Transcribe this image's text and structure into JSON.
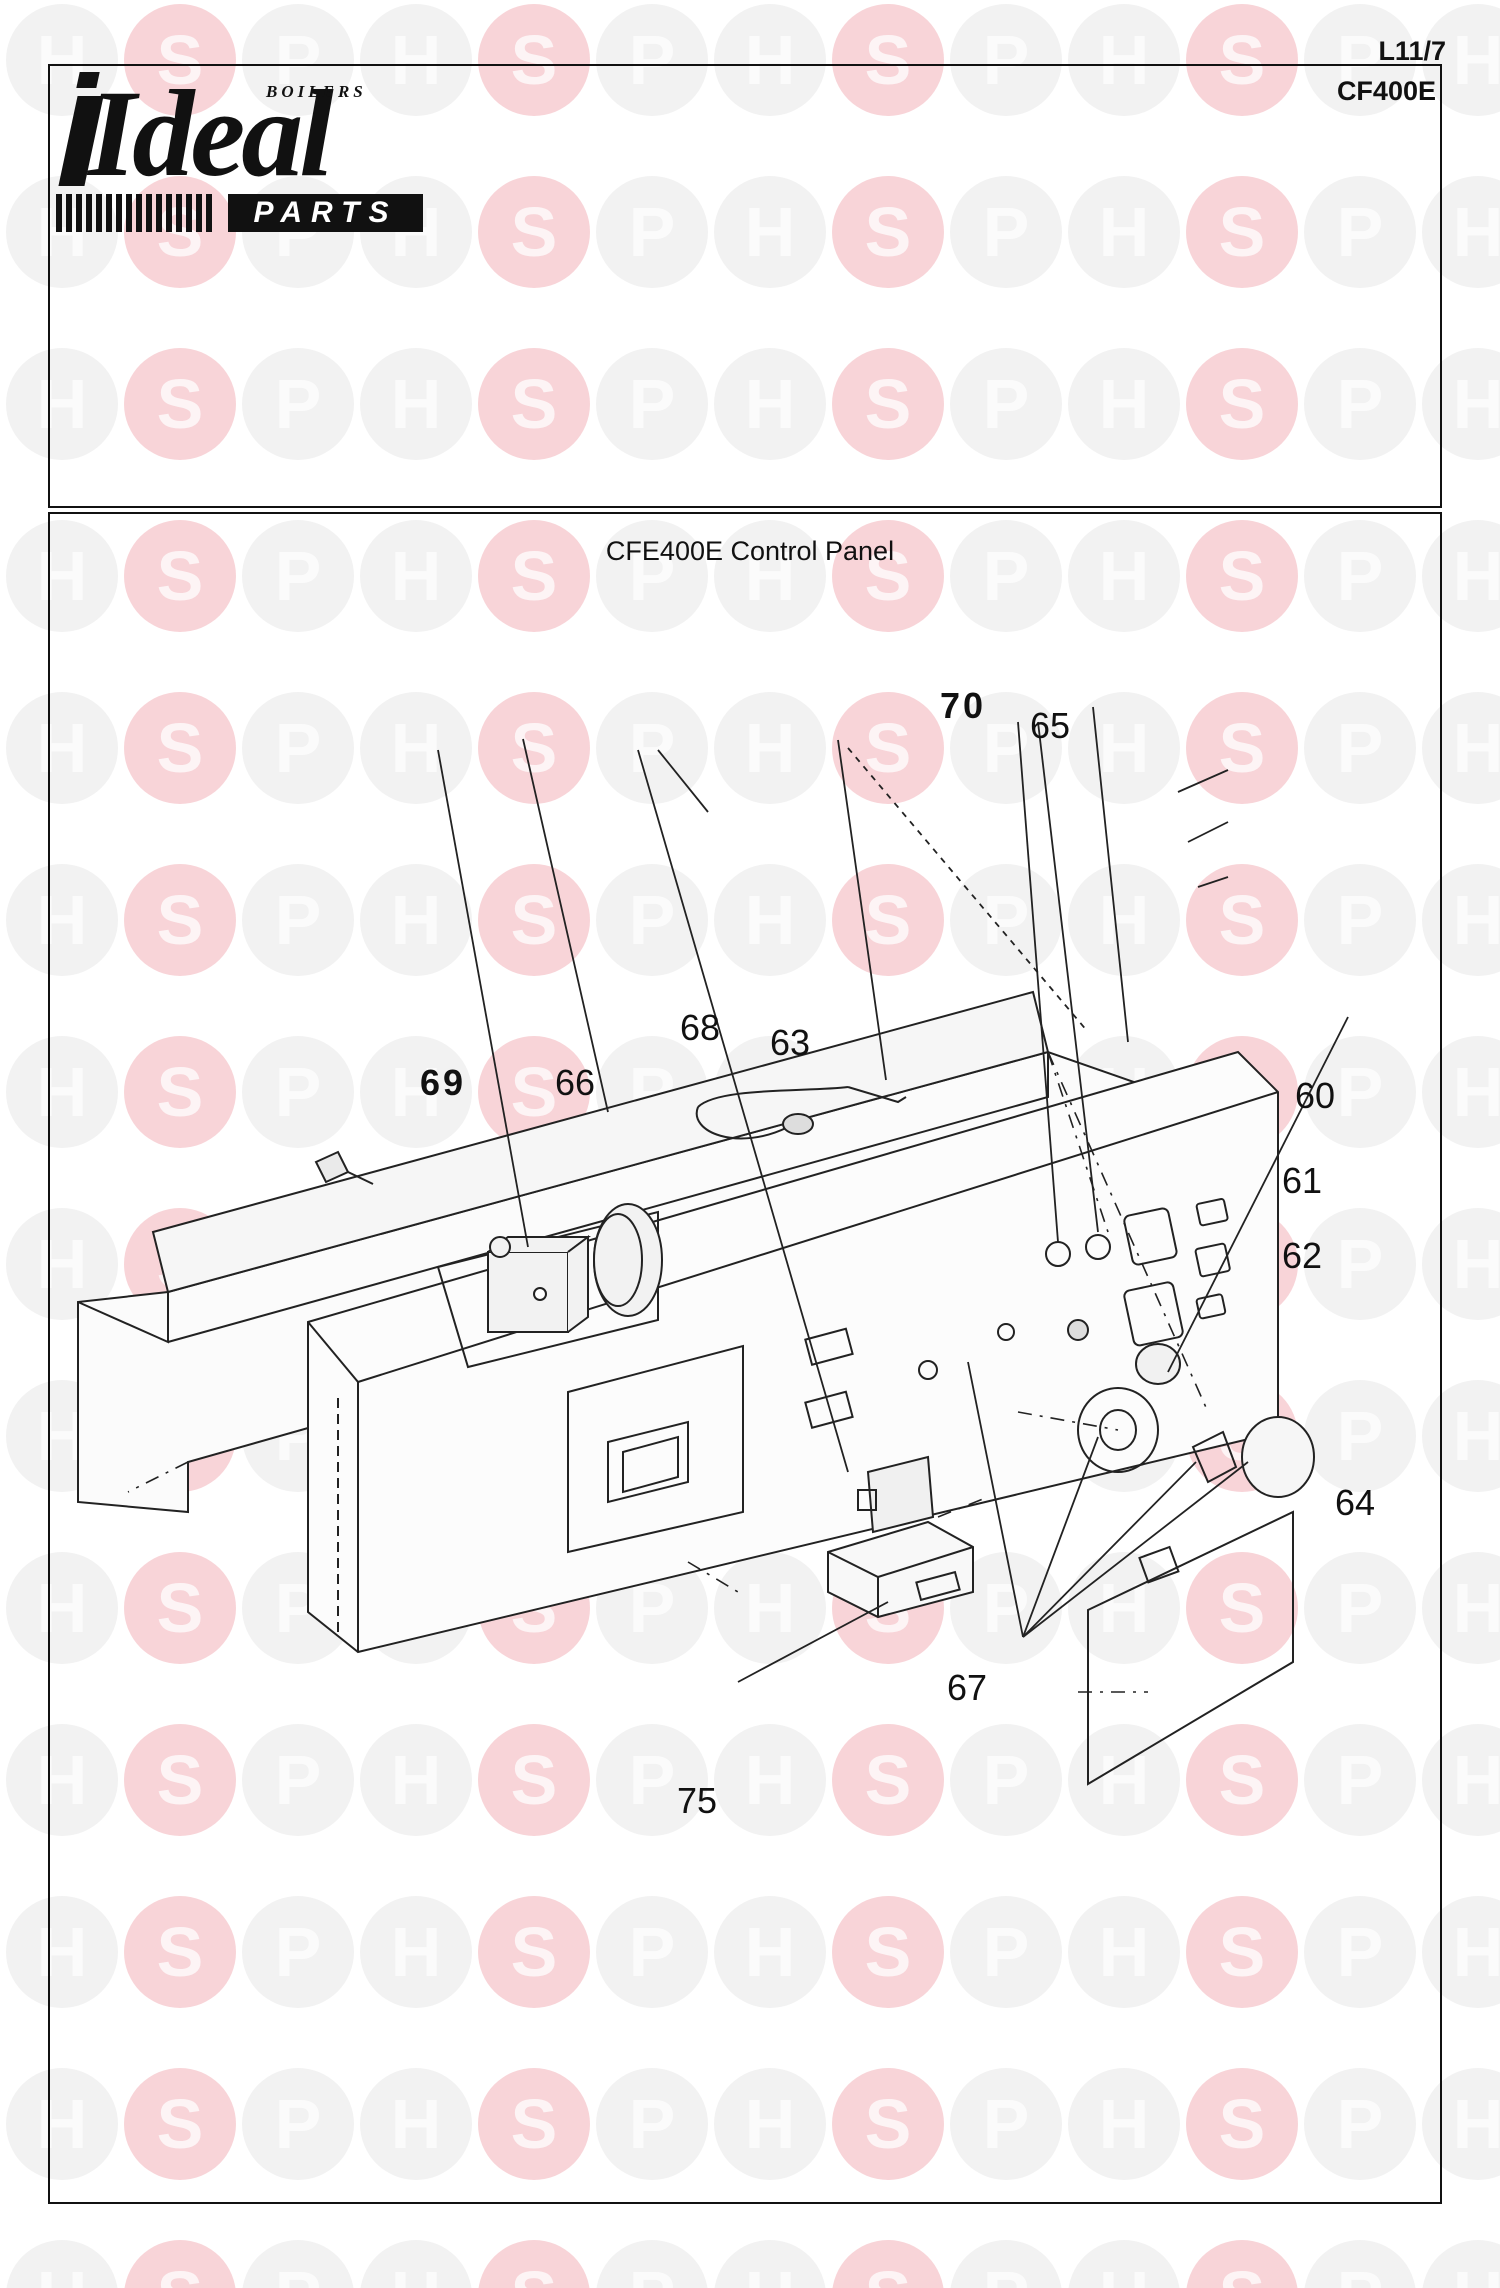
{
  "watermark": {
    "letters": [
      "H",
      "S",
      "P"
    ],
    "accent_color": "#f0a0a8",
    "neutral_color": "#e2e2e2"
  },
  "header": {
    "ref_code": "L11/7",
    "model_code": "CF400E",
    "logo": {
      "word": "Ideal",
      "tagline": "BOILERS",
      "badge": "PARTS"
    }
  },
  "diagram": {
    "title": "CFE400E Control Panel",
    "callouts": [
      {
        "id": "70",
        "label": "70"
      },
      {
        "id": "65",
        "label": "65"
      },
      {
        "id": "68",
        "label": "68"
      },
      {
        "id": "63",
        "label": "63"
      },
      {
        "id": "69",
        "label": "69"
      },
      {
        "id": "66",
        "label": "66"
      },
      {
        "id": "60",
        "label": "60"
      },
      {
        "id": "61",
        "label": "61"
      },
      {
        "id": "62",
        "label": "62"
      },
      {
        "id": "64",
        "label": "64"
      },
      {
        "id": "67",
        "label": "67"
      },
      {
        "id": "75",
        "label": "75"
      }
    ]
  }
}
